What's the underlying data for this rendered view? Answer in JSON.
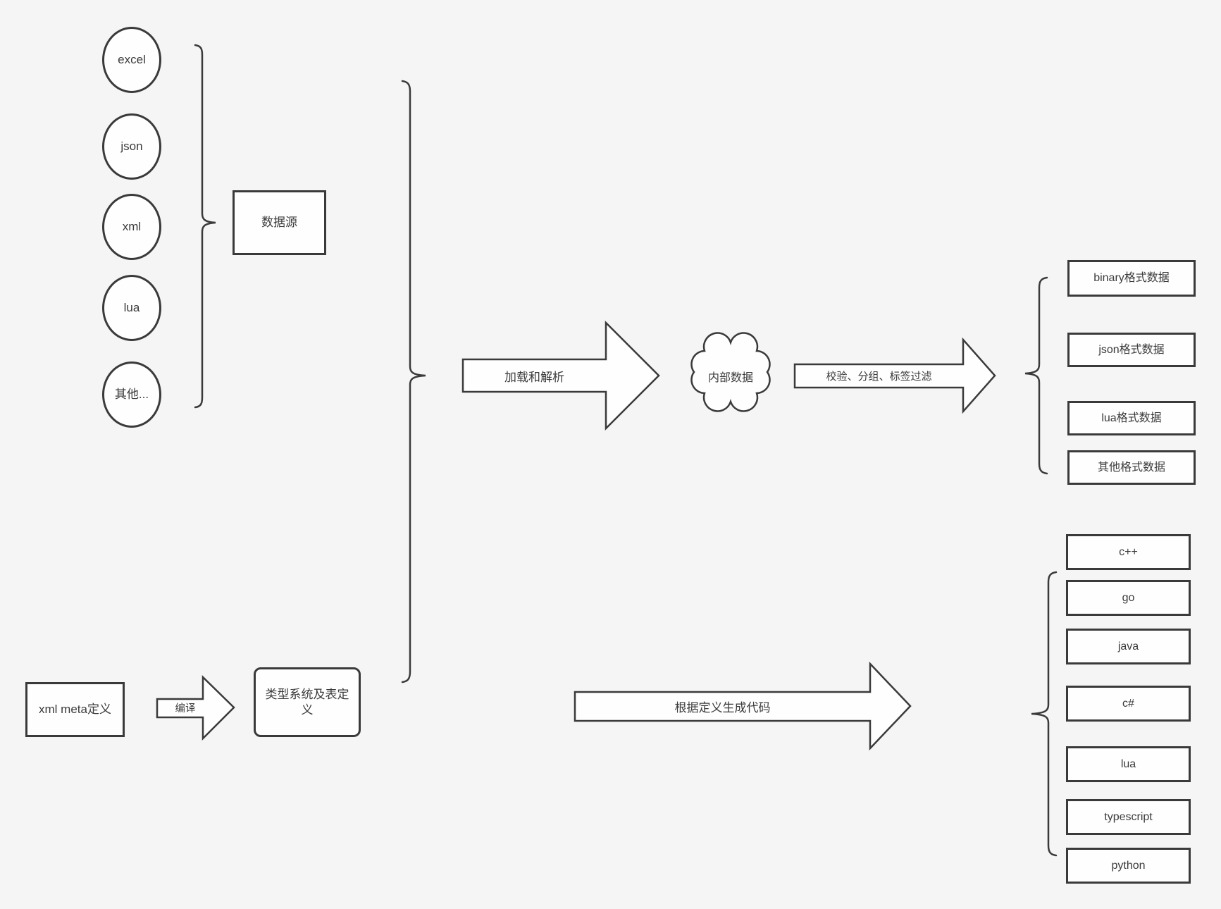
{
  "palette": {
    "background": "#f5f5f5",
    "stroke": "#3a3a3a",
    "shape_fill": "#fefefe"
  },
  "sources": {
    "group_label": "数据源",
    "items": [
      "excel",
      "json",
      "xml",
      "lua",
      "其他..."
    ]
  },
  "pipeline": {
    "load_parse_label": "加载和解析",
    "internal_data_label": "内部数据",
    "filter_label": "校验、分组、标签过滤"
  },
  "outputs": {
    "formats": [
      "binary格式数据",
      "json格式数据",
      "lua格式数据",
      "其他格式数据"
    ]
  },
  "definition": {
    "meta_label": "xml meta定义",
    "compile_label": "编译",
    "type_system_label": "类型系统及表定义",
    "generate_label": "根据定义生成代码"
  },
  "codegen": {
    "languages": [
      "c++",
      "go",
      "java",
      "c#",
      "lua",
      "typescript",
      "python"
    ]
  }
}
